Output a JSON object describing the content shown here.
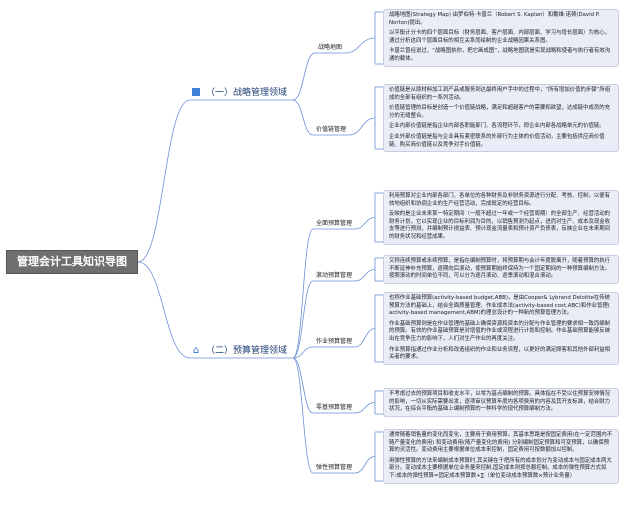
{
  "root": {
    "label": "管理会计工具知识导图"
  },
  "branches": [
    {
      "label": "（一）战略管理领域",
      "icon": "square-icon",
      "children": [
        {
          "label": "战略地图",
          "notes": [
            "战略地图(Strategy Map) 由罗伯特·卡普兰（Robert S. Kaplan）和戴维·诺顿(David P. Norton)提出。",
            "以平衡计分卡的四个层面目标（财务层面、客户层面、内部层面、学习与增长层面）为核心，通过分析这四个层面目标的相互关系而绘制的企业战略因果关系图。",
            "卡普兰曾经说过，“战略图执你，把它画成图”，战略地图就是实现战略和使者与执行者有效沟通的载体。"
          ]
        },
        {
          "label": "价值链管理",
          "notes": [
            "价值链是从原材料加工到产品或服务到达最终用户手中的过程中，“所有增加价值的步骤”所组成的全部有组织的一系列活动。",
            "价值链管理的目标是创造一个价值链战略，满足和超越客户的需要和欲望，达成链中成员的充分的无缝整合。",
            "企业内部价值链是指企业内部各职能部门、各流程环节，即企业内部各战略单元的价值链。",
            "企业外部价值链是指与企业具有紧密联系的外部行为主体的价值活动，主要包括供应商价值链、购买商价值链以及竞争对手价值链。"
          ]
        }
      ]
    },
    {
      "label": "（二）预算管理领域",
      "icon": "house-icon",
      "children": [
        {
          "label": "全面预算管理",
          "notes": [
            "利用预算对企业内部各部门、各单位的各种财务及非财务资源进行分配、考核、控制，以便有效地组织和协调企业的生产经营活动，完成既定的经营目标。",
            "反映的是企业未来某一特定期间（一般不超过一年或一个经营周期）的全部生产、经营活动的财务计划，它以实现企业的目标利润为目的，以销售预测为起点，进而对生产、成本及现金收支等进行预测，并编制预计损益表、预计现金流量表和预计资产负债表，反映企业在未来期间的财务状况和经营成果。"
          ]
        },
        {
          "label": "滚动预算管理",
          "notes": [
            "又称连续预算或永续预算，是指在编制预算时，将预算期与会计年度脱离开，随着预算的执行不断延伸补充预算，逐期向后滚动，使预算期始终保持为一个固定期间的一种预算编制方法。按照滚动的时间单位不同，可以分为逐月滚动、逐季滚动和混合滚动。"
          ]
        },
        {
          "label": "作业预算管理",
          "notes": [
            "也称作业基础预算(activity-based budget,ABB)，是由Cooper& Lybrand Deloitte在传统预算方法的基础上，结合全面质量管理、作业成本法(activity-based cost,ABC)和作业管理( activity-based management,ABM)的理念设计的一种新的预算管理方法。",
            "作业基础预算则是在作业管理的基础上确保资源和资本的分配与作业管理的要求相一致而编制的预算。有效的作业基础预算是对增值的作业或流程进行计划和控制。作业基础预算能够反映出在竞争压力的影响下，人们对生产作业的再度关注。",
            "作业预算指通过作业分析和改造组织的作业和业务流程，以更好的满足顾客和其他外部利益相关者的要求。"
          ]
        },
        {
          "label": "零基预算管理",
          "notes": [
            "不考虑过去的预算项目和收支水平，以零为基点编制的预算。具体指在不受以往预算安排情况的影响，一切从实际需要出发，逐项审议预算年度内各项费用的内容及其开支标准，结合财力状况，在综合平衡的基础上编制预算的一种科学的现代预算编制方法。"
          ]
        },
        {
          "label": "弹性预算管理",
          "notes": [
            "通常随着销售量的变化而变化，主要用于费用预算。其基本思路是按固定费用(在一定范围内不随产量变化的费用) 和变动费用(随产量变化的费用) 分别编制固定预算和可变预算，以确保预算的灵活性。变动费用主要根据单位成本来控制，固定费用可按数额加以控制。",
            "用弹性预算的方法来编制成本预算时,其关键在于把所有的成本划分为变动成本与固定成本两大部分。变动成本主要根据单位业务量来控制,固定成本则按总额控制。成本的弹性预算方式如下:成本的弹性预算=固定成本预算数+∑（单位变动成本预算数×预计业务量）"
          ]
        }
      ]
    }
  ],
  "colors": {
    "line": "#6b8fd6",
    "root_bg": "#6f6f6f",
    "leaf_bg": "#eaedf7",
    "branch_text": "#1f3f75"
  }
}
